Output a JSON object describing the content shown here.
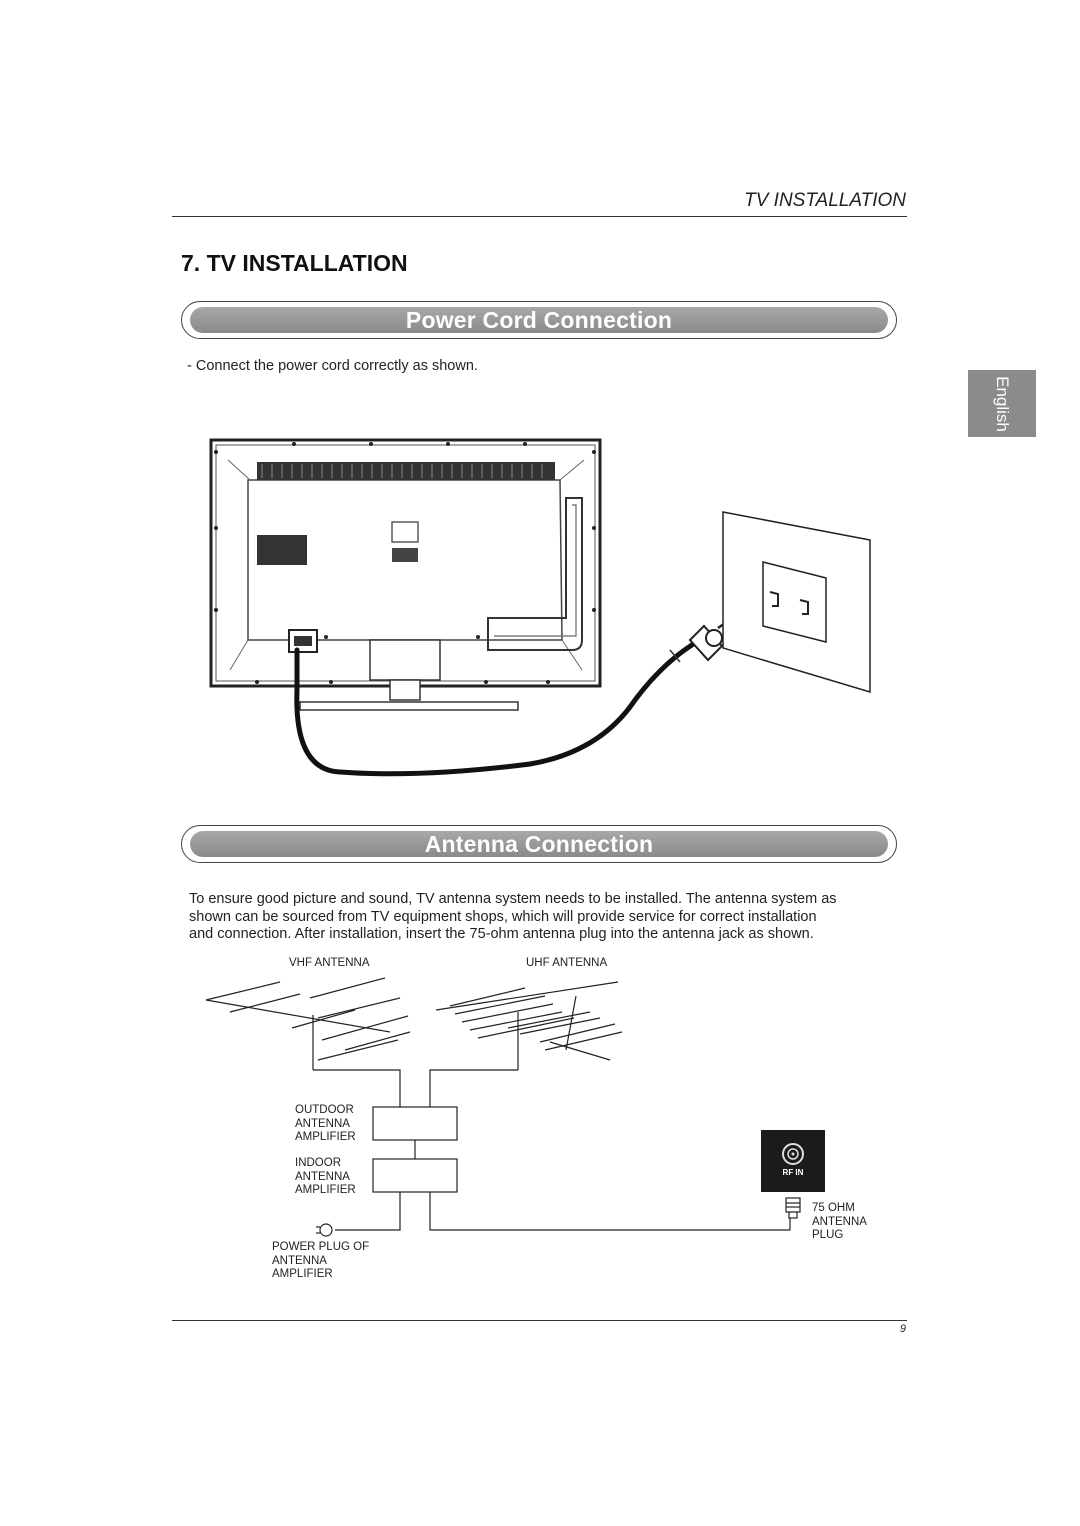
{
  "header": {
    "running_title": "TV INSTALLATION"
  },
  "section": {
    "title": "7. TV INSTALLATION"
  },
  "side_tab": {
    "label": "English"
  },
  "power_cord": {
    "banner": "Power Cord Connection",
    "instruction": "- Connect the power cord correctly as shown."
  },
  "antenna": {
    "banner": "Antenna Connection",
    "paragraph_lines": [
      "To ensure good picture and sound, TV antenna system needs to be installed. The antenna system as",
      "shown can be sourced from TV equipment shops, which will provide service for correct installation",
      "and connection. After installation, insert the 75-ohm antenna plug into the antenna jack as shown."
    ],
    "diagram": {
      "vhf_label": "VHF  ANTENNA",
      "uhf_label": "UHF  ANTENNA",
      "outdoor_amp": [
        "OUTDOOR",
        "ANTENNA",
        "AMPLIFIER"
      ],
      "indoor_amp": [
        "INDOOR",
        "ANTENNA",
        "AMPLIFIER"
      ],
      "power_plug": [
        "POWER   PLUG   OF",
        "ANTENNA",
        "AMPLIFIER"
      ],
      "rf_in_label": "RF IN",
      "plug_label": [
        "75  OHM",
        "ANTENNA",
        "PLUG"
      ]
    }
  },
  "footer": {
    "page_number": "9"
  }
}
